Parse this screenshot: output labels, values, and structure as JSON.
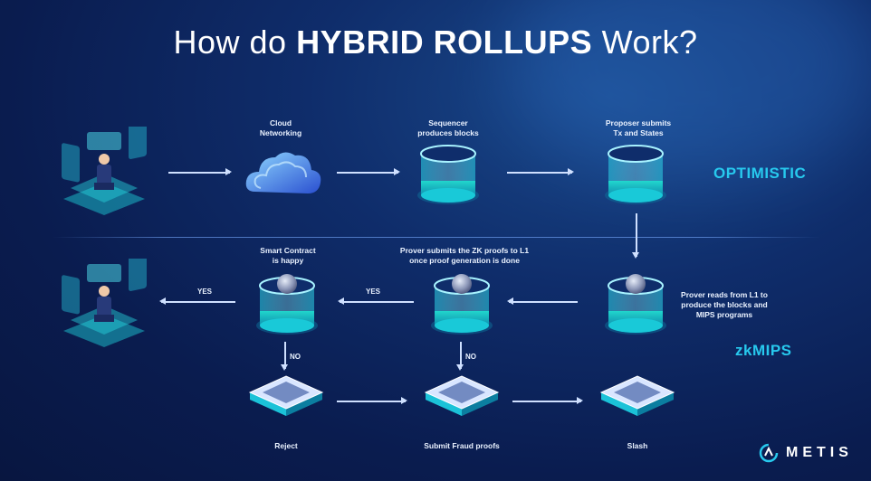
{
  "title": {
    "prefix": "How do ",
    "bold": "HYBRID ROLLUPS",
    "suffix": " Work?"
  },
  "modes": {
    "optimistic": "OPTIMISTIC",
    "zk": "zkMIPS"
  },
  "nodes": {
    "cloud": "Cloud\nNetworking",
    "sequencer": "Sequencer\nproduces blocks",
    "proposer": "Proposer submits\nTx and States",
    "prover_reads": "Prover reads from L1 to\nproduce the blocks and\nMIPS programs",
    "prover_submits": "Prover submits the ZK proofs to L1\nonce proof generation is done",
    "smart_contract": "Smart Contract\nis happy",
    "reject": "Reject",
    "fraud": "Submit Fraud proofs",
    "slash": "Slash"
  },
  "arrow_labels": {
    "yes1": "YES",
    "yes2": "YES",
    "no1": "NO",
    "no2": "NO"
  },
  "brand": {
    "name": "METIS"
  },
  "icons": {
    "user_top": "user-dashboard-icon",
    "cloud": "cloud-icon",
    "database": "database-cylinder-icon",
    "database_sphere": "database-sphere-icon",
    "platform": "square-platform-icon",
    "user_bottom": "user-dashboard-icon",
    "logo": "metis-logo-icon"
  },
  "colors": {
    "accent": "#27c9ee",
    "background": "#0f2d6b"
  }
}
